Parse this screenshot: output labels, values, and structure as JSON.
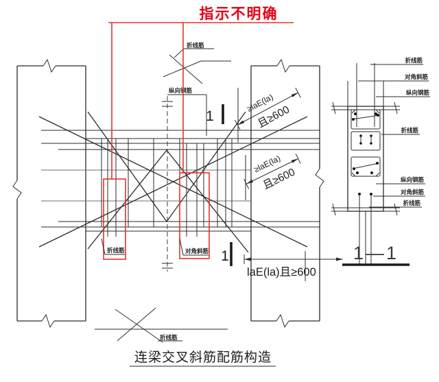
{
  "annotation": {
    "title": "指示不明确"
  },
  "titles": {
    "main": "连梁交叉斜筋配筋构造",
    "section": "1—1"
  },
  "labels": {
    "bent_bar": "折线筋",
    "diagonal_bar": "对角斜筋",
    "longitudinal_bar": "纵向钢筋"
  },
  "dims": {
    "anchor": "≥laE(la)",
    "and600": "且≥600",
    "bottom": "laE(la)且≥600"
  },
  "marks": {
    "section_number": "1"
  },
  "colors": {
    "annotation_red": "#e60012",
    "highlight_red": "#e8302a",
    "ink": "#2a2a2a"
  }
}
